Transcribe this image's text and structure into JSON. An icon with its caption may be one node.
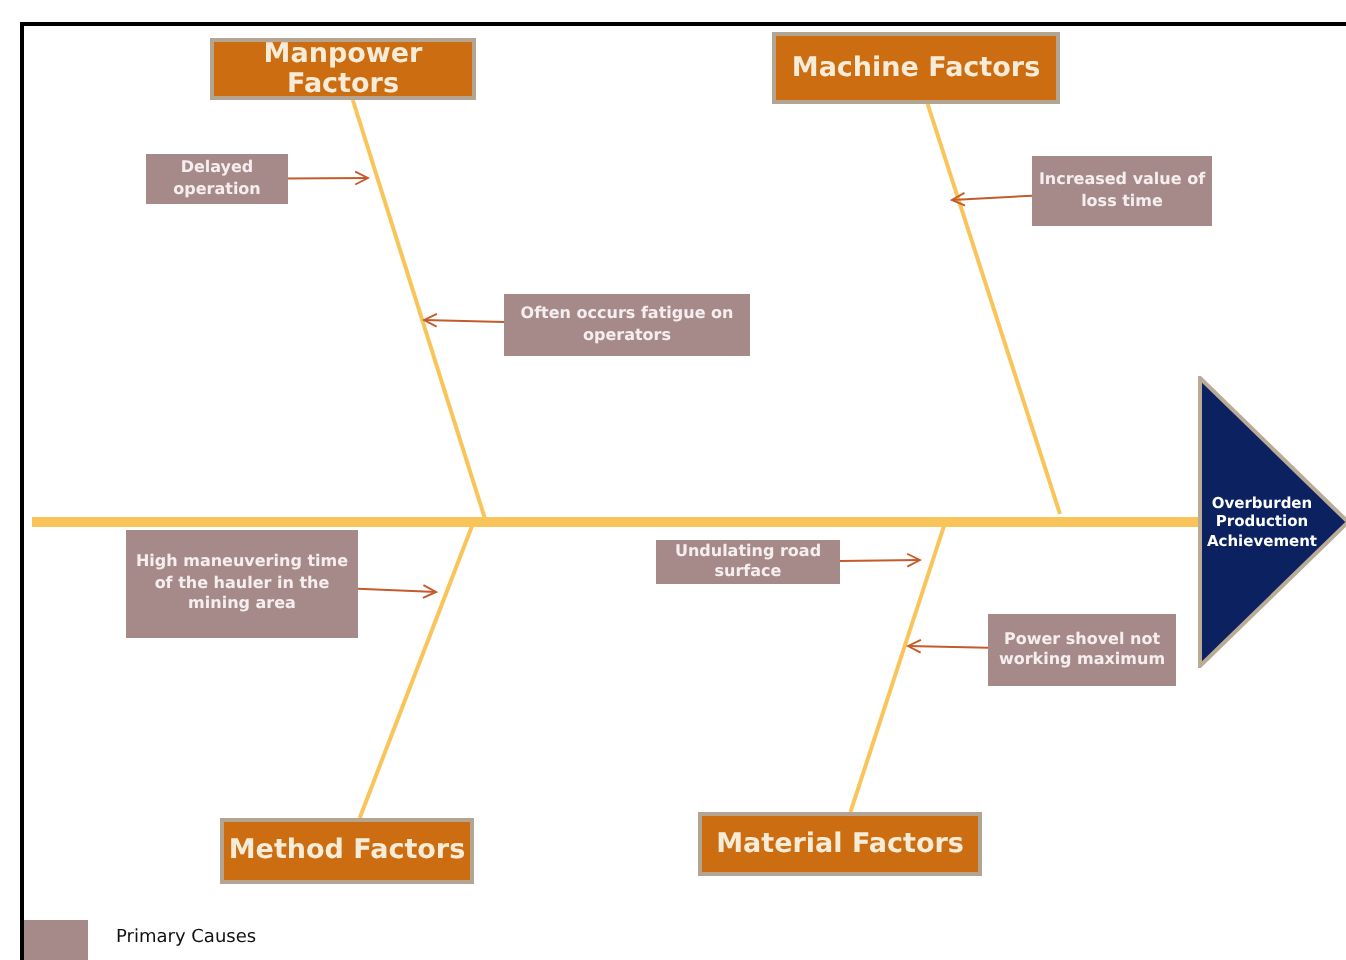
{
  "diagram": {
    "nodes": [
      {
        "text": [
          "Manpower Factors"
        ]
      },
      {
        "text": [
          "Machine Factors"
        ]
      },
      {
        "text": [
          "Delayed operation"
        ]
      },
      {
        "text": [
          "Increased  value of loss time"
        ]
      },
      {
        "text": [
          "Often occurs fatigue on operators"
        ]
      },
      {
        "text": [
          "High maneuvering time of the hauler in the mining area"
        ]
      },
      {
        "text": [
          "Undulating road surface"
        ]
      },
      {
        "text": [
          "Power shovel not working maximum"
        ]
      },
      {
        "text": [
          "Method Factors"
        ]
      },
      {
        "text": [
          "Material Factors"
        ]
      },
      {
        "text": [
          "Overburden Production Achievement"
        ]
      }
    ],
    "edges": [
      {
        "from": 0,
        "to": null,
        "arrow": "none",
        "color": "#f9c55a"
      },
      {
        "from": 1,
        "to": null,
        "arrow": "none",
        "color": "#f9c55a"
      },
      {
        "from": 8,
        "to": null,
        "arrow": "none",
        "color": "#f9c55a"
      },
      {
        "from": 9,
        "to": null,
        "arrow": "none",
        "color": "#f9c55a"
      },
      {
        "from": 2,
        "to": null,
        "arrow": "to"
      },
      {
        "from": 3,
        "to": null,
        "arrow": "to"
      },
      {
        "from": 4,
        "to": null,
        "arrow": "to"
      },
      {
        "from": 5,
        "to": null,
        "arrow": "to"
      },
      {
        "from": 6,
        "to": null,
        "arrow": "to"
      },
      {
        "from": 7,
        "to": null,
        "arrow": "to"
      },
      {
        "from": null,
        "to": 10,
        "arrow": "none",
        "style": "thick",
        "color": "#f9c55a"
      }
    ],
    "legend": [
      {
        "text": "Primary Causes",
        "color": "#a68a8a"
      }
    ]
  }
}
